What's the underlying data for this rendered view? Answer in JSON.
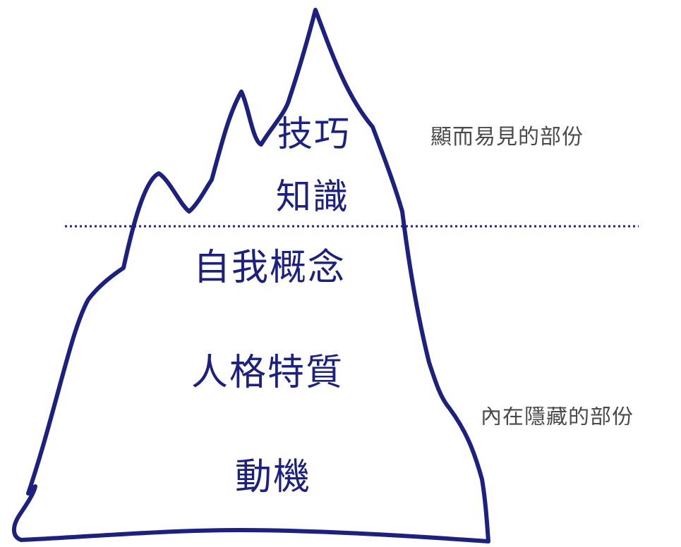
{
  "diagram": {
    "layers_above": [
      "技巧",
      "知識"
    ],
    "layers_below": [
      "自我概念",
      "人格特質",
      "動機"
    ],
    "side_labels": {
      "visible": "顯而易見的部份",
      "hidden": "內在隱藏的部份"
    },
    "colors": {
      "outline": "#1c2180",
      "text_main": "#1c2180",
      "text_side": "#4a4a4a",
      "waterline": "#1c2180"
    }
  }
}
